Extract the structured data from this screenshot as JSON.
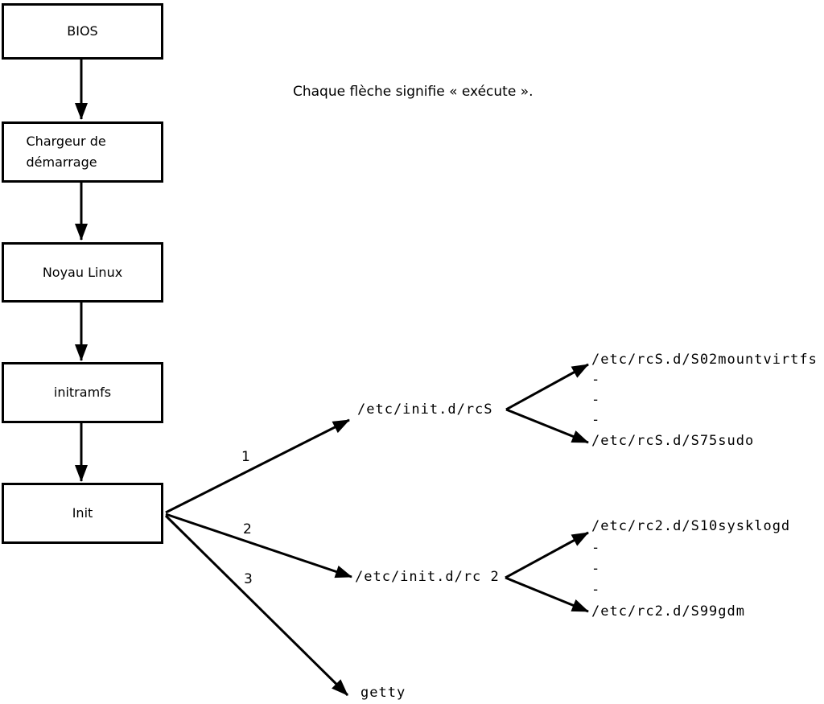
{
  "caption": "Chaque flèche signifie « exécute ».",
  "boxes": [
    {
      "id": "bios",
      "label": "BIOS"
    },
    {
      "id": "bootloader",
      "label": "Chargeur de démarrage"
    },
    {
      "id": "kernel",
      "label": "Noyau Linux"
    },
    {
      "id": "initramfs",
      "label": "initramfs"
    },
    {
      "id": "init",
      "label": "Init"
    }
  ],
  "init_children": [
    {
      "order": "1",
      "target": "/etc/init.d/rcS",
      "children": [
        "/etc/rcS.d/S02mountvirtfs",
        "-",
        "-",
        "-",
        "/etc/rcS.d/S75sudo"
      ]
    },
    {
      "order": "2",
      "target": "/etc/init.d/rc 2",
      "children": [
        "/etc/rc2.d/S10sysklogd",
        "-",
        "-",
        "-",
        "/etc/rc2.d/S99gdm"
      ]
    },
    {
      "order": "3",
      "target": "getty",
      "children": []
    }
  ],
  "colors": {
    "line": "#000000",
    "background": "#ffffff"
  }
}
